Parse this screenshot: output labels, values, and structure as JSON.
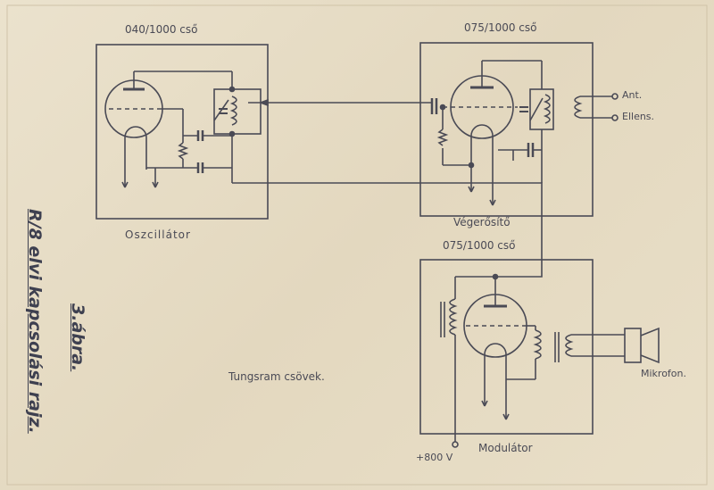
{
  "figure": {
    "number": "3.ábra.",
    "title": "R/8 elvi kapcsolási rajz.",
    "note": "Tungsram csövek."
  },
  "stages": [
    {
      "name": "Oszcillátor",
      "tube": "040/1000 cső"
    },
    {
      "name": "Végerősítő",
      "tube": "075/1000 cső"
    },
    {
      "name": "Modulátor",
      "tube": "075/1000 cső"
    }
  ],
  "terminals": {
    "antenna": "Ant.",
    "counterpoise": "Ellens.",
    "supply": "+800 V",
    "microphone": "Mikrofon."
  },
  "colors": {
    "paper": "#e6dcc6",
    "ink": "#4a4a55"
  }
}
